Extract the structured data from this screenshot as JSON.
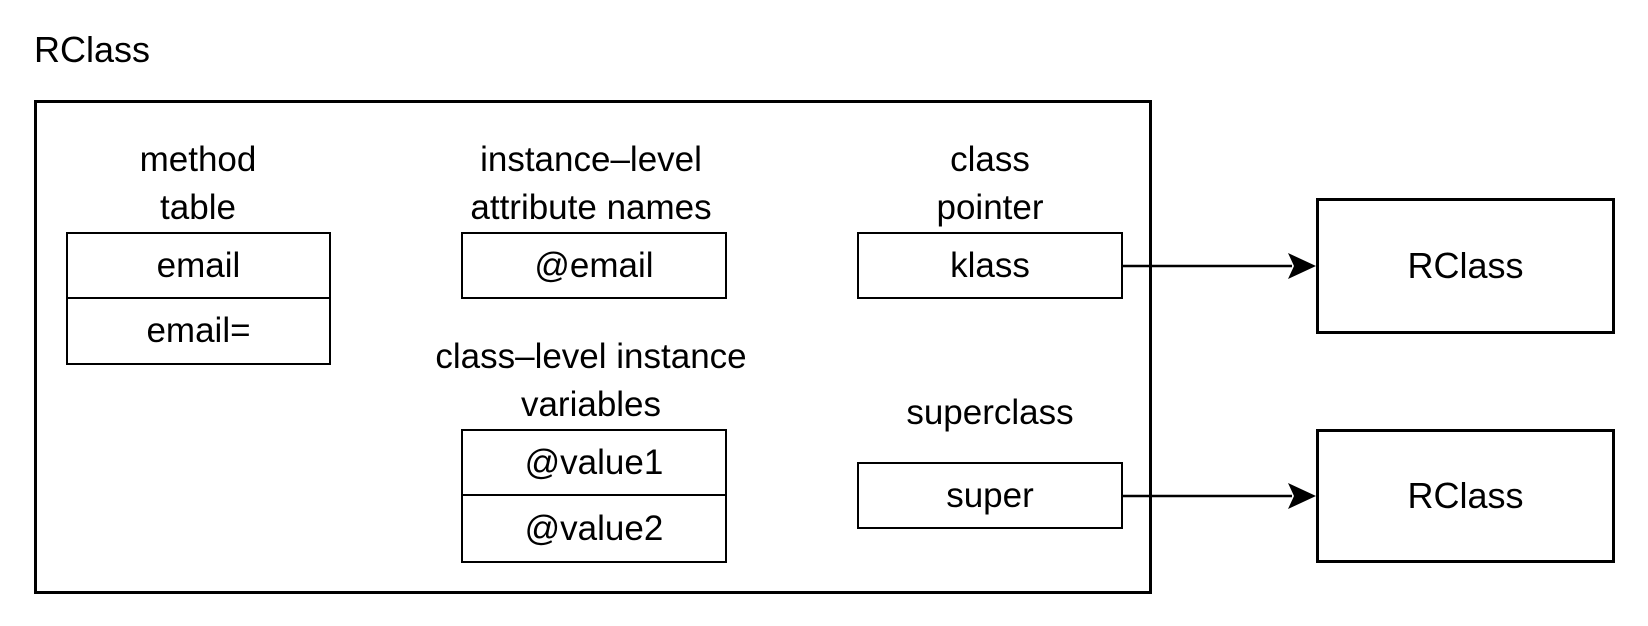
{
  "title": "RClass",
  "method_table": {
    "label_line1": "method",
    "label_line2": "table",
    "rows": [
      "email",
      "email="
    ]
  },
  "instance_attributes": {
    "label_line1": "instance–level",
    "label_line2": "attribute names",
    "rows": [
      "@email"
    ]
  },
  "class_ivars": {
    "label_line1": "class–level instance",
    "label_line2": "variables",
    "rows": [
      "@value1",
      "@value2"
    ]
  },
  "class_pointer": {
    "label_line1": "class",
    "label_line2": "pointer",
    "value": "klass"
  },
  "superclass": {
    "label": "superclass",
    "value": "super"
  },
  "targets": {
    "klass_target": "RClass",
    "super_target": "RClass"
  }
}
